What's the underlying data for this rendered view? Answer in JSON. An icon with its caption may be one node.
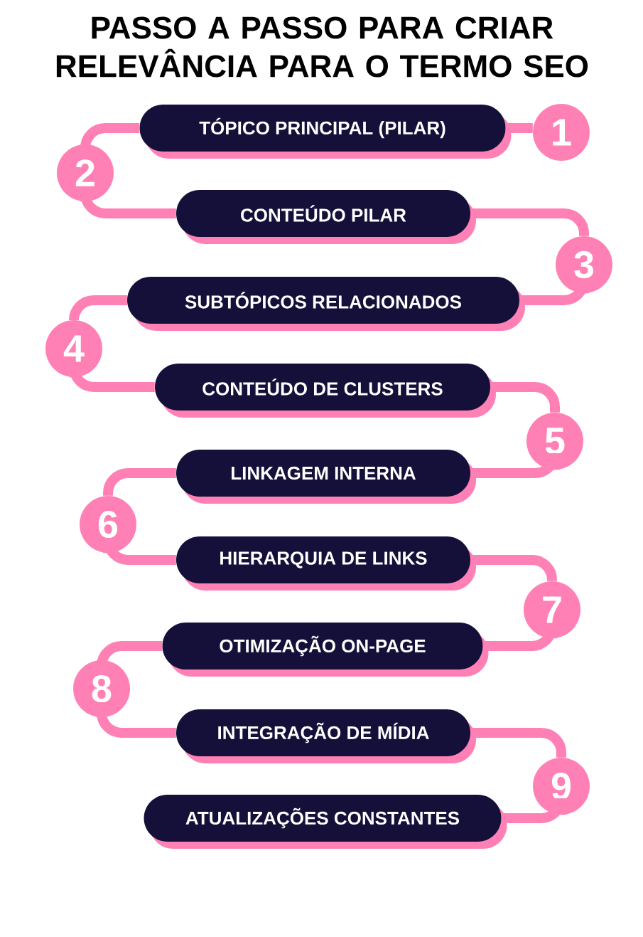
{
  "diagram": {
    "title": "PASSO A PASSO PARA CRIAR RELEVÂNCIA PARA O TERMO SEO",
    "nodes": [
      {
        "text": [
          "TÓPICO PRINCIPAL (PILAR)"
        ]
      },
      {
        "text": [
          "1"
        ]
      },
      {
        "text": [
          "2"
        ]
      },
      {
        "text": [
          "CONTEÚDO PILAR"
        ]
      },
      {
        "text": [
          "3"
        ]
      },
      {
        "text": [
          "SUBTÓPICOS RELACIONADOS"
        ]
      },
      {
        "text": [
          "4"
        ]
      },
      {
        "text": [
          "CONTEÚDO DE CLUSTERS"
        ]
      },
      {
        "text": [
          "5"
        ]
      },
      {
        "text": [
          "LINKAGEM INTERNA"
        ]
      },
      {
        "text": [
          "6"
        ]
      },
      {
        "text": [
          "HIERARQUIA DE LINKS"
        ]
      },
      {
        "text": [
          "7"
        ]
      },
      {
        "text": [
          "OTIMIZAÇÃO ON-PAGE"
        ]
      },
      {
        "text": [
          "8"
        ]
      },
      {
        "text": [
          "INTEGRAÇÃO DE MÍDIA"
        ]
      },
      {
        "text": [
          "9"
        ]
      },
      {
        "text": [
          "ATUALIZAÇÕES CONSTANTES"
        ]
      }
    ],
    "edges": [
      {
        "from": 0,
        "to": 1,
        "arrow": "none"
      },
      {
        "from": 2,
        "to": 0,
        "arrow": "none"
      },
      {
        "from": 2,
        "to": 3,
        "arrow": "none"
      },
      {
        "from": 4,
        "to": 3,
        "arrow": "none"
      },
      {
        "from": 4,
        "to": 5,
        "arrow": "none"
      },
      {
        "from": 6,
        "to": 5,
        "arrow": "none"
      },
      {
        "from": 6,
        "to": 7,
        "arrow": "none"
      },
      {
        "from": 8,
        "to": 7,
        "arrow": "none"
      },
      {
        "from": 8,
        "to": 9,
        "arrow": "none"
      },
      {
        "from": 10,
        "to": 9,
        "arrow": "none"
      },
      {
        "from": 10,
        "to": 11,
        "arrow": "none"
      },
      {
        "from": 12,
        "to": 11,
        "arrow": "none"
      },
      {
        "from": 12,
        "to": 13,
        "arrow": "none"
      },
      {
        "from": 14,
        "to": 13,
        "arrow": "none"
      },
      {
        "from": 14,
        "to": 15,
        "arrow": "none"
      },
      {
        "from": 16,
        "to": 15,
        "arrow": "none"
      },
      {
        "from": 16,
        "to": 17,
        "arrow": "none"
      }
    ]
  }
}
